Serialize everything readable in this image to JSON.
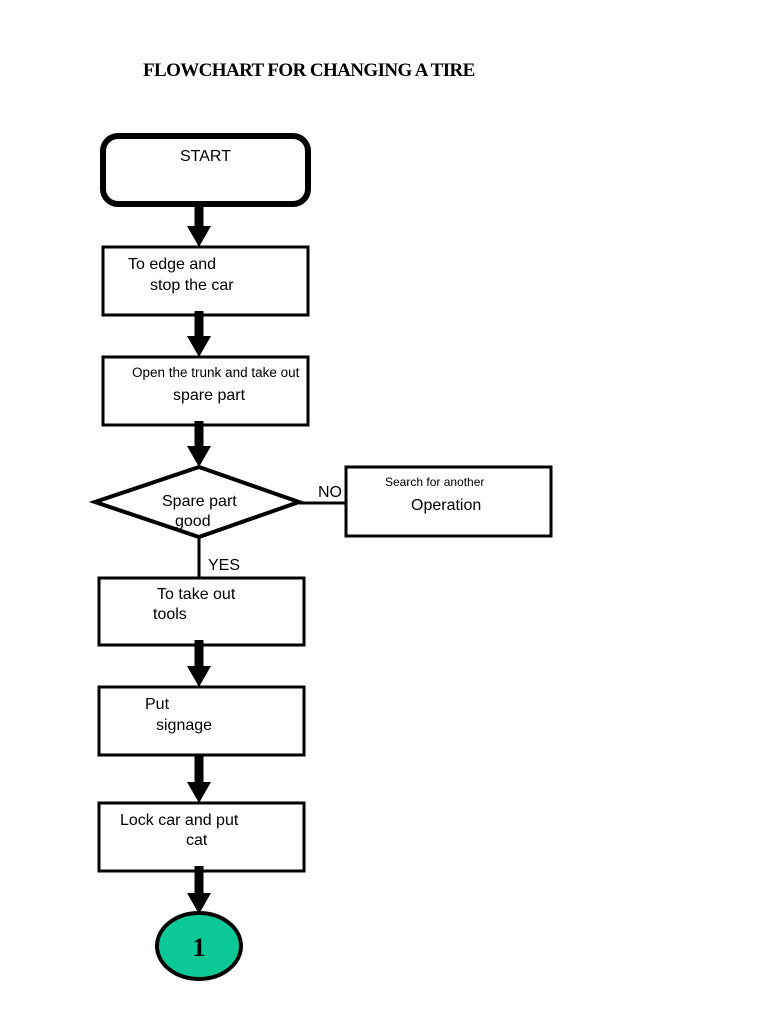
{
  "title": "FLOWCHART FOR CHANGING A TIRE",
  "colors": {
    "stroke": "#000000",
    "connector_fill": "#0cc896"
  },
  "nodes": {
    "start": {
      "shape": "terminator",
      "line1": "START"
    },
    "step1": {
      "shape": "process",
      "line1": "To edge and",
      "line2": "stop the car"
    },
    "step2": {
      "shape": "process",
      "line1": "Open the trunk and take out",
      "line2": "spare part"
    },
    "decision": {
      "shape": "decision",
      "line1": "Spare part",
      "line2": "good"
    },
    "alt": {
      "shape": "process",
      "line1": "Search for another",
      "line2": "Operation"
    },
    "step3": {
      "shape": "process",
      "line1": "To take out",
      "line2": "tools"
    },
    "step4": {
      "shape": "process",
      "line1": "Put",
      "line2": "signage"
    },
    "step5": {
      "shape": "process",
      "line1": "Lock car and put",
      "line2": "cat"
    },
    "connector": {
      "shape": "connector",
      "label": "1"
    }
  },
  "edge_labels": {
    "no": "NO",
    "yes": "YES"
  }
}
